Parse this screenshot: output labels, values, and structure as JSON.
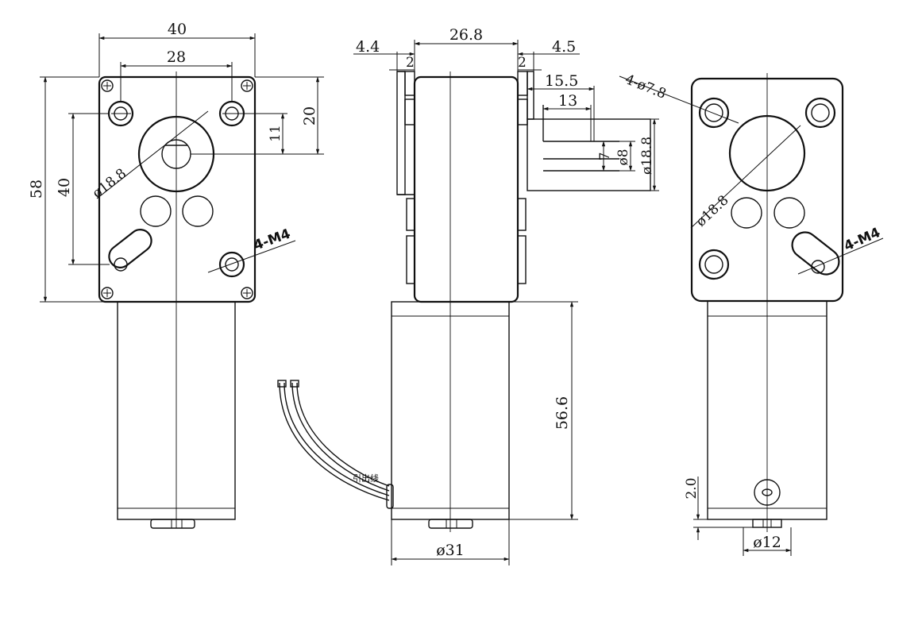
{
  "front_view": {
    "width_dim": "40",
    "hole_spacing_dim": "28",
    "height_dim": "58",
    "vertical_hole_spacing_dim": "40",
    "top_offset_dim": "20",
    "shaft_offset_dim": "11",
    "boss_diameter": "ø18.8",
    "thread_label": "4-M4"
  },
  "side_view": {
    "width_dim": "26.8",
    "left_offset_dim": "4.4",
    "right_offset_dim": "4.5",
    "left_small_dim": "2",
    "right_small_dim": "2",
    "shaft_length_dim": "15.5",
    "flat_length_dim": "13",
    "flat_dim": "7",
    "shaft_diameter": "ø8",
    "boss_diameter": "ø18.8",
    "motor_length_dim": "56.6",
    "motor_diameter": "ø31",
    "lead_wire_label": "引出线"
  },
  "rear_view": {
    "hole_label": "4-ø7.8",
    "boss_diameter": "ø18.8",
    "thread_label": "4-M4",
    "shaft_protrusion_dim": "2.0",
    "tail_diameter": "ø12"
  }
}
